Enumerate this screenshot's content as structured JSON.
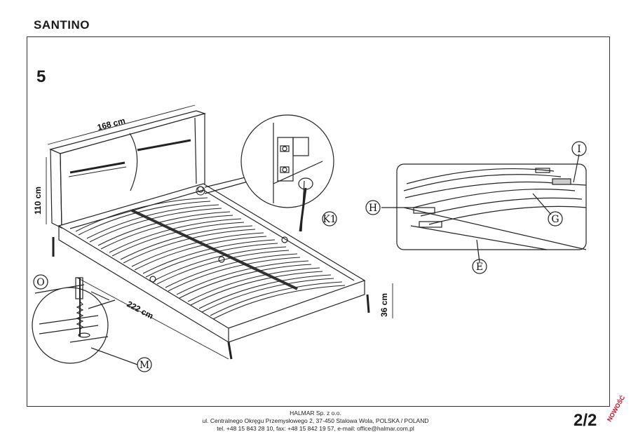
{
  "header": {
    "title": "SANTINO"
  },
  "step": {
    "number": "5"
  },
  "dimensions": {
    "width": "168 cm",
    "height": "110 cm",
    "length": "222 cm",
    "leg_height": "36 cm"
  },
  "part_labels": {
    "o": "O",
    "m": "M",
    "k1": "K1",
    "i": "I",
    "h": "H",
    "g": "G",
    "e": "E"
  },
  "footer": {
    "company": "HALMAR Sp. z o.o.",
    "address": "ul. Centralnego Okręgu Przemysłowego 2, 37-450 Stalowa Wola, POLSKA / POLAND",
    "contact": "tel. +48 15 843 28 10, fax: +48 15 842 19 57, e-mail: office@halmar.com.pl"
  },
  "page": {
    "number": "2/2"
  },
  "badge": {
    "text": "NOWOŚĆ",
    "color": "#c8102e"
  }
}
